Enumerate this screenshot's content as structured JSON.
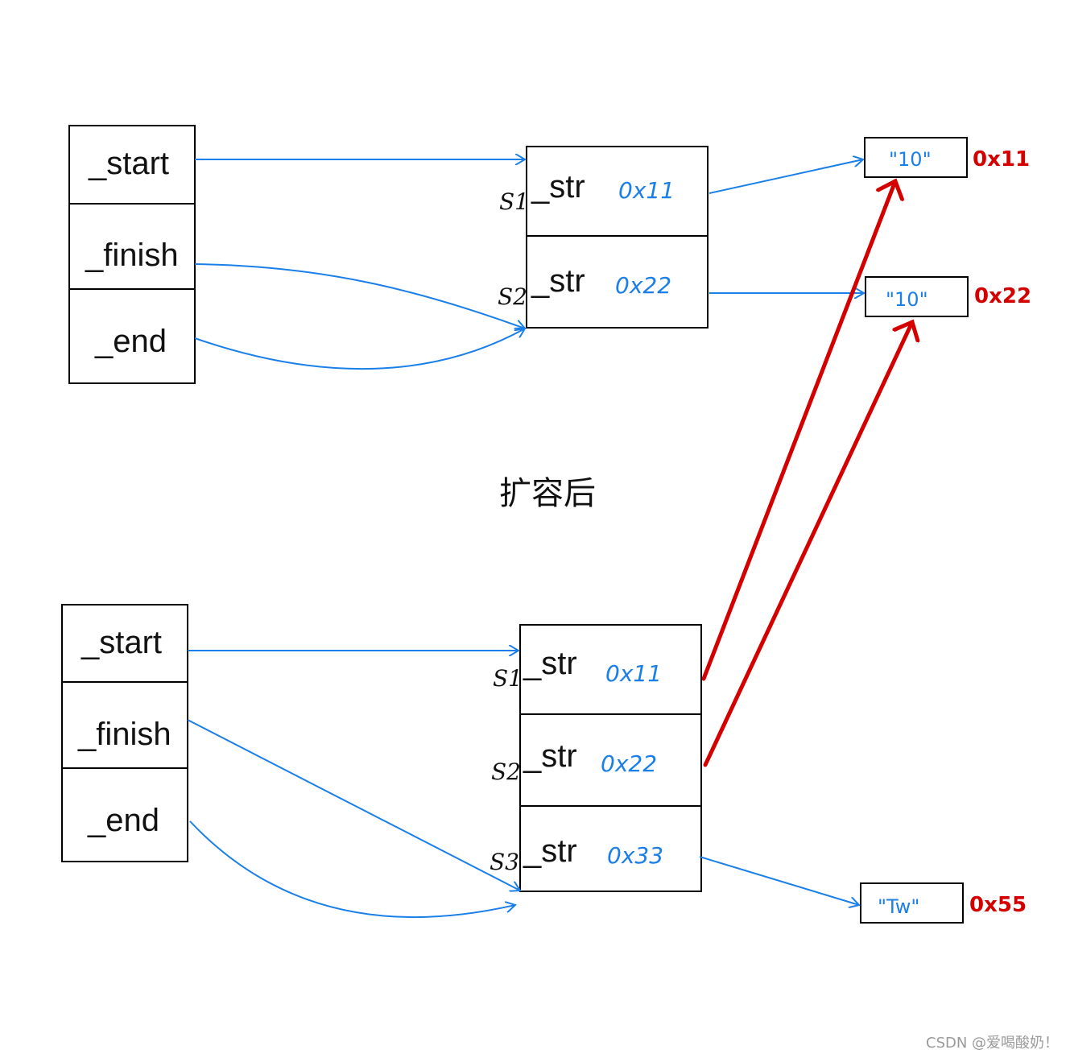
{
  "title_after_expansion": "扩容后",
  "watermark": "CSDN @爱喝酸奶！",
  "colors": {
    "pointer_blue": "#1a7fe8",
    "new_pointer_red": "#d40000",
    "box_stroke": "#000000"
  },
  "before": {
    "vector_fields": [
      "_start",
      "_finish",
      "_end"
    ],
    "elements": [
      {
        "name": "S1",
        "field": "_str",
        "address": "0x11"
      },
      {
        "name": "S2",
        "field": "_str",
        "address": "0x22"
      }
    ],
    "heap_strings": [
      {
        "value": "\"10\"",
        "address": "0x11"
      },
      {
        "value": "\"10\"",
        "address": "0x22"
      }
    ]
  },
  "after": {
    "vector_fields": [
      "_start",
      "_finish",
      "_end"
    ],
    "elements": [
      {
        "name": "S1",
        "field": "_str",
        "address": "0x11"
      },
      {
        "name": "S2",
        "field": "_str",
        "address": "0x22"
      },
      {
        "name": "S3",
        "field": "_str",
        "address": "0x33"
      }
    ],
    "heap_strings": [
      {
        "value": "\"Tw\"",
        "address": "0x55"
      }
    ]
  }
}
